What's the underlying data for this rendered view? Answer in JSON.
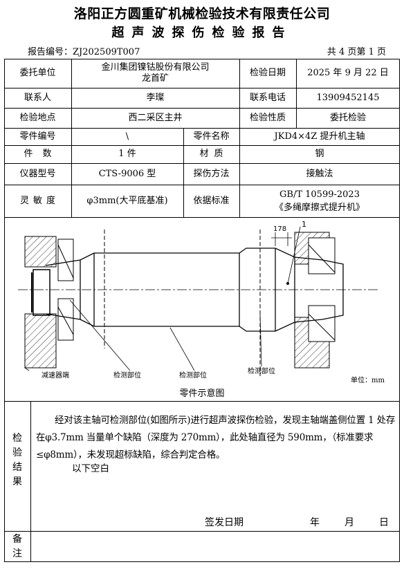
{
  "header": {
    "company": "洛阳正方圆重矿机械检验技术有限责任公司",
    "report_title": "超声波探伤检验报告",
    "report_no": "报告编号：ZJ202509T007",
    "page_info": "共 4 页第 1 页"
  },
  "rows": {
    "client_label": "委托单位",
    "client_line1": "金川集团镍钴股份有限公司",
    "client_line2": "龙首矿",
    "date_label": "检验日期",
    "date_value": "2025 年 9 月 22 日",
    "contact_label": "联系人",
    "contact_value": "李璨",
    "phone_label": "联系电话",
    "phone_value": "13909452145",
    "site_label": "检验地点",
    "site_value": "西二采区主井",
    "nature_label": "检验性质",
    "nature_value": "委托检验",
    "part_no_label": "零件编号",
    "part_no_value": "\\",
    "part_name_label": "零件名称",
    "part_name_value": "JKD4×4Z 提升机主轴",
    "qty_label": "件数",
    "qty_value": "1 件",
    "material_label": "材质",
    "material_value": "钢",
    "instrument_label": "仪器型号",
    "instrument_value": "CTS-9006 型",
    "method_label": "探伤方法",
    "method_value": "接触法",
    "sens_label": "灵敏度",
    "sens_value": "φ3mm(大平底基准)",
    "standard_label": "依据标准",
    "standard_line1": "GB/T 10599-2023",
    "standard_line2": "《多绳摩擦式提升机》"
  },
  "drawing": {
    "dim_178": "178",
    "marker_1": "1",
    "label_reducer": "减速器端",
    "label_detect1": "检测部位",
    "label_detect2": "检测部位",
    "label_detect3": "检测部位",
    "unit": "单位：mm",
    "caption": "零件示意图"
  },
  "result": {
    "label": [
      "检",
      "验",
      "结",
      "果"
    ],
    "text": "经对该主轴可检测部位(如图所示)进行超声波探伤检验，发现主轴端盖侧位置 1 处存在φ3.7mm 当量单个缺陷（深度为 270mm），此处轴直径为 590mm，（标准要求≤φ8mm），未发现超标缺陷，综合判定合格。",
    "blank_note": "以下空白",
    "issue_date_label": "签发日期",
    "year": "年",
    "month": "月",
    "day": "日"
  },
  "remarks": {
    "label": [
      "备",
      "注"
    ]
  }
}
